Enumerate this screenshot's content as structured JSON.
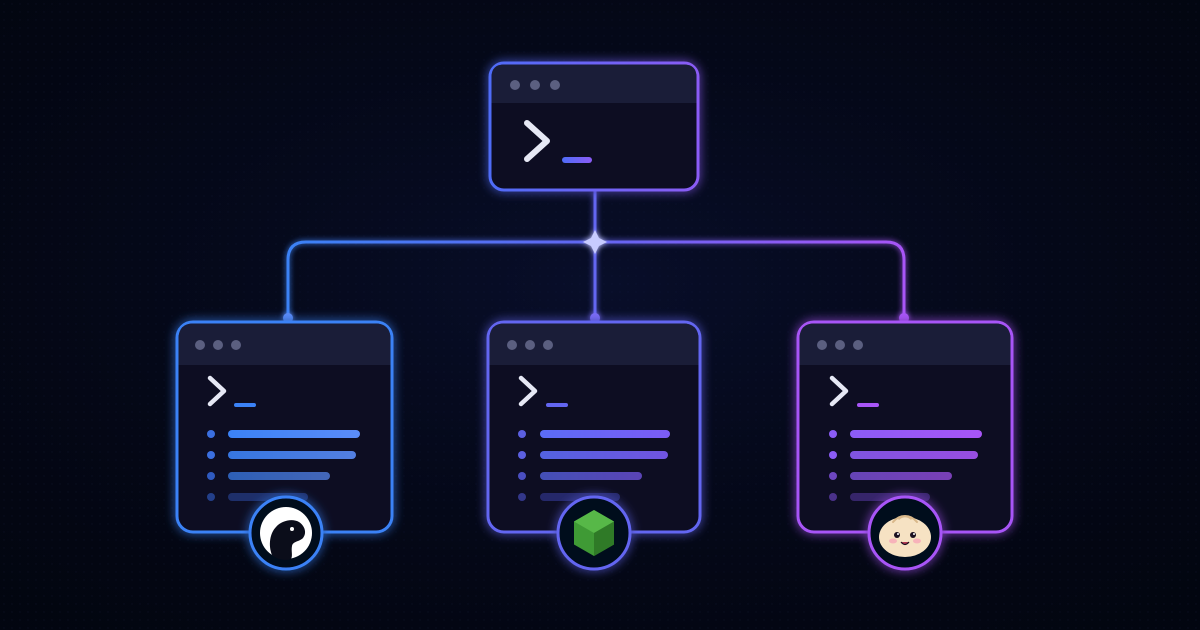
{
  "colors": {
    "background": "#04091b",
    "blue": "#3b82f6",
    "indigo": "#6366f1",
    "violet": "#8b5cf6",
    "purple": "#a855f7",
    "prompt": "#e6e8f5",
    "window_fill": "#080b22",
    "titlebar": "#1a1d38",
    "dots": "#5b5f80",
    "deno_badge": "#ffffff",
    "node_hex": "#3f9a35",
    "bun_body": "#f6e2c3"
  },
  "diagram": {
    "root": {
      "icon": "terminal-prompt-icon"
    },
    "children": [
      {
        "key": "deno",
        "runtime_icon": "deno-dinosaur-icon",
        "accent": "#3b82f6"
      },
      {
        "key": "node",
        "runtime_icon": "nodejs-hexagon-icon",
        "accent": "#6366f1"
      },
      {
        "key": "bun",
        "runtime_icon": "bun-bun-icon",
        "accent": "#a855f7"
      }
    ],
    "connector_icon": "sparkle-junction-icon"
  }
}
